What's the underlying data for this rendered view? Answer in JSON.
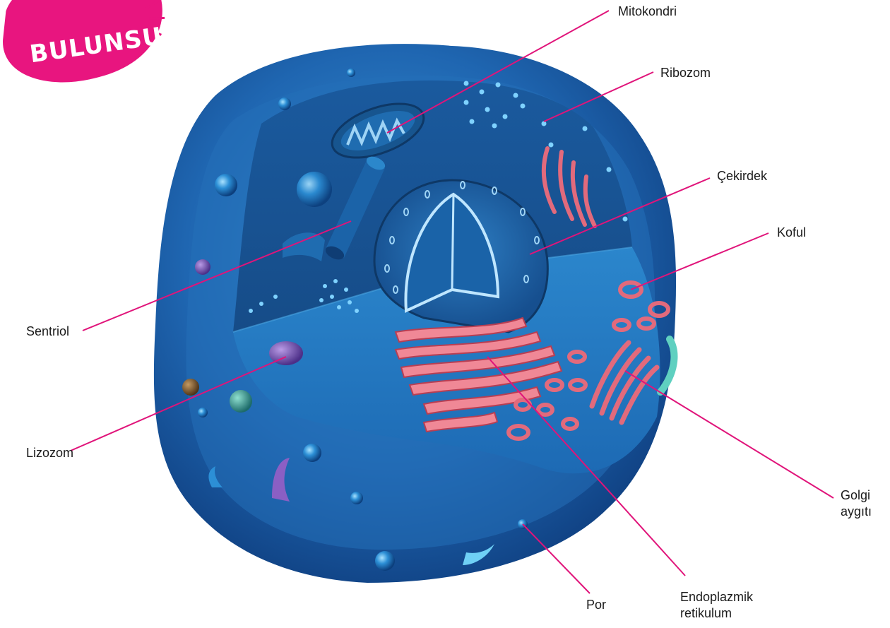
{
  "badge": {
    "text": "BULUNSUN!"
  },
  "labels": [
    {
      "id": "mitokondri",
      "text": "Mitokondri"
    },
    {
      "id": "ribozom",
      "text": "Ribozom"
    },
    {
      "id": "cekirdek",
      "text": "Çekirdek"
    },
    {
      "id": "koful",
      "text": "Koful"
    },
    {
      "id": "sentriol",
      "text": "Sentriol"
    },
    {
      "id": "lizozom",
      "text": "Lizozom"
    },
    {
      "id": "golgi",
      "text": "Golgi\naygıtı"
    },
    {
      "id": "por",
      "text": "Por"
    },
    {
      "id": "er",
      "text": "Endoplazmik\nretikulum"
    }
  ],
  "colors": {
    "cell_outer": "#1d5fa8",
    "cell_mid": "#2f86c9",
    "cell_dark": "#123f7a",
    "organelle_pink": "#e26a7c",
    "leader_line": "#e0147a",
    "badge": "#e8157f"
  }
}
